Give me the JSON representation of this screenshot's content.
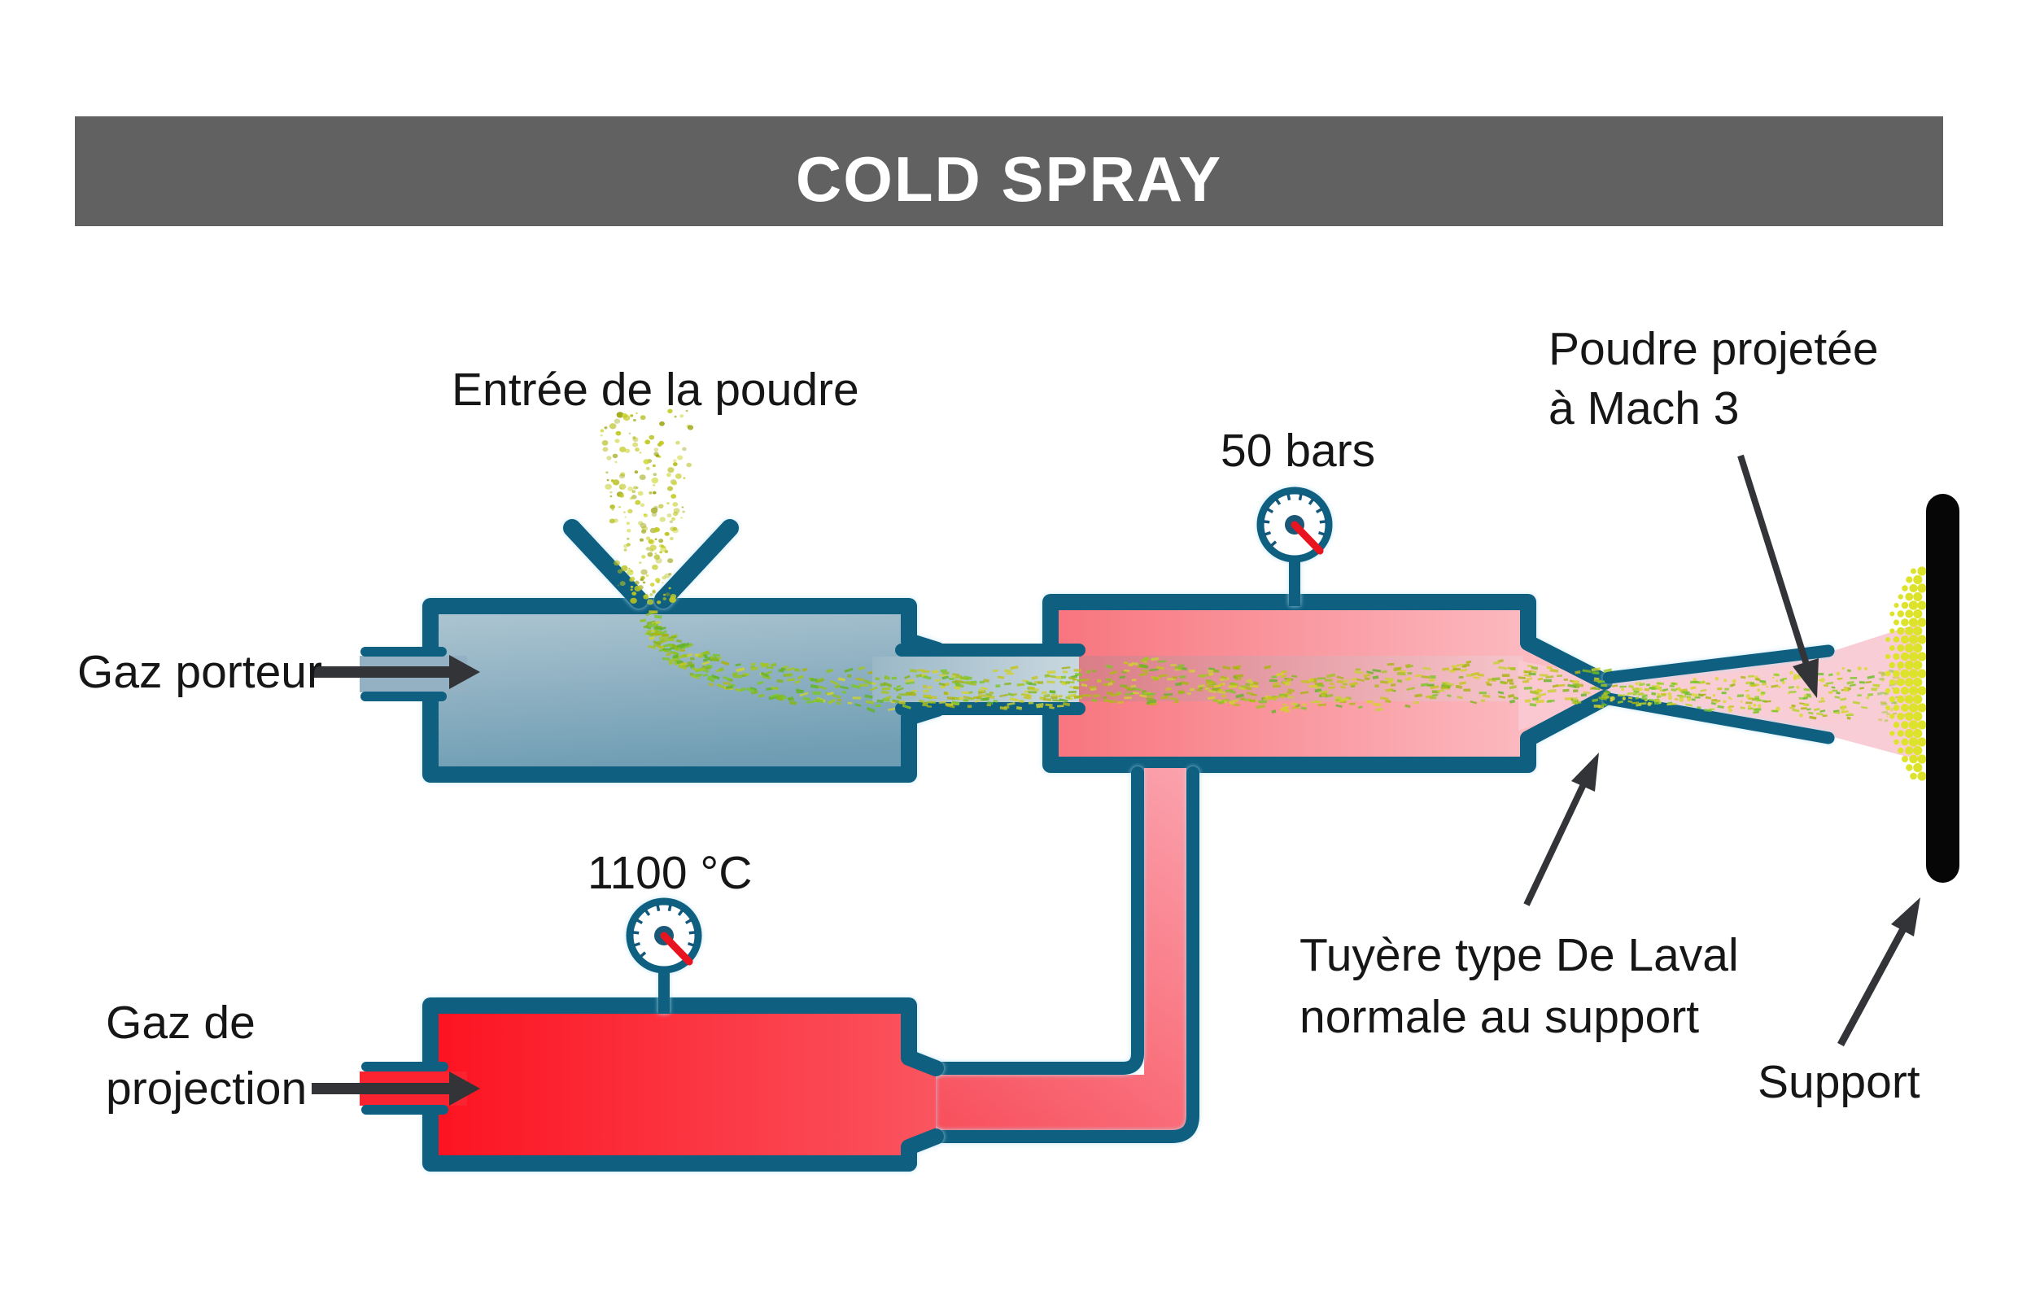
{
  "title": {
    "text": "COLD SPRAY"
  },
  "labels": {
    "powder_inlet": "Entrée de la poudre",
    "carrier_gas": "Gaz porteur",
    "pressure": "50 bars",
    "projected_powder_line1": "Poudre projetée",
    "projected_powder_line2": "à Mach 3",
    "temperature": "1100 °C",
    "projection_gas_line1": "Gaz de",
    "projection_gas_line2": "projection",
    "nozzle_line1": "Tuyère type De Laval",
    "nozzle_line2": "normale au support",
    "support": "Support"
  },
  "gauges": [
    {
      "name": "pressure-gauge",
      "reading": "50 bars"
    },
    {
      "name": "temperature-gauge",
      "reading": "1100 °C"
    }
  ],
  "colors": {
    "title_bar": "#616161",
    "title_text": "#ffffff",
    "label_text": "#161616",
    "outline_teal": "#0f5f80",
    "chamber_blue_light": "#afc6d2",
    "chamber_blue_dark": "#6f9db3",
    "chamber_pink_left": "#f8747d",
    "chamber_pink_right": "#fcc5cb",
    "chamber_red_left": "#fd1220",
    "chamber_red_right": "#fa5560",
    "pipe_pink_start": "#f84a57",
    "pipe_pink_end": "#faa3ae",
    "flow_band": "#c47d88",
    "spray_cone": "#f9c9d2",
    "gauge_needle": "#e8141f",
    "arrow": "#323437",
    "deposit_yellow": "#dde32b",
    "particle_yellow": "#c6c51e",
    "particle_green": "#7cc62c",
    "support_black": "#060606"
  }
}
